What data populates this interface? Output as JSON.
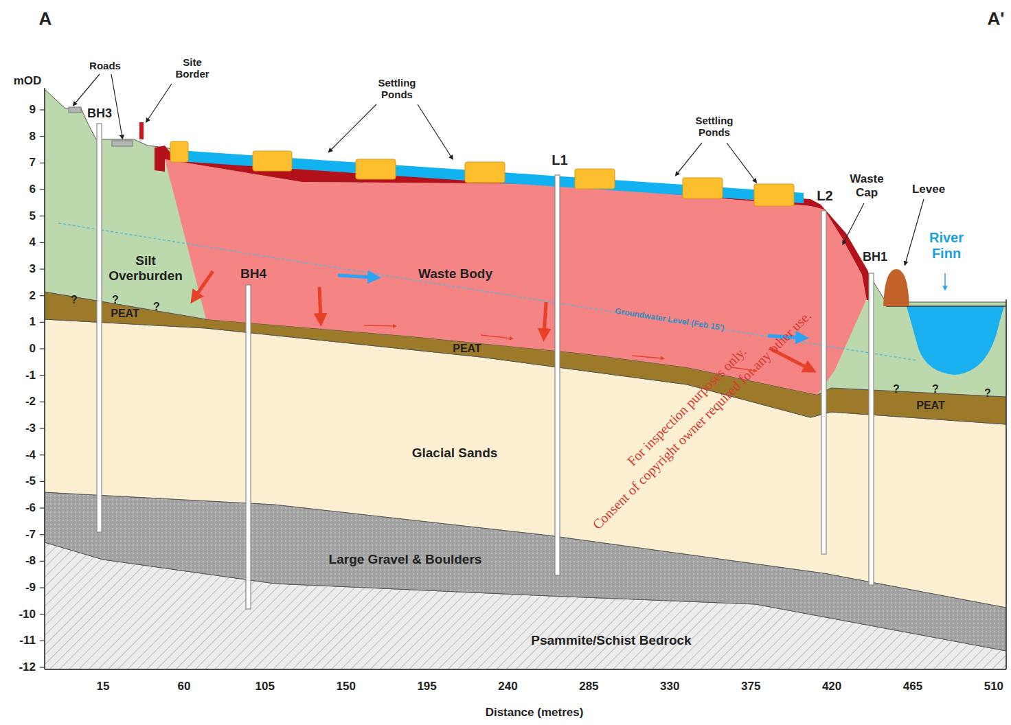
{
  "diagram": {
    "labels": [
      "A",
      "A'",
      "mOD",
      "Roads",
      "Site Border",
      "BH3",
      "Settling Ponds",
      "Settling Ponds",
      "L1",
      "L2",
      "Waste Cap",
      "Levee",
      "River Finn",
      "BH1",
      "Silt Overburden",
      "BH4",
      "Waste Body",
      "?",
      "?",
      "?",
      "PEAT",
      "PEAT",
      "Groundwater Level (Feb 15')",
      "?",
      "?",
      "?",
      "PEAT",
      "Glacial Sands",
      "Large Gravel & Boulders",
      "Psammite/Schist Bedrock",
      "For inspection purposes only.",
      "Consent of copyright owner required for any other use.",
      "9",
      "8",
      "7",
      "6",
      "5",
      "4",
      "3",
      "2",
      "1",
      "0",
      "-1",
      "-2",
      "-3",
      "-4",
      "-5",
      "-6",
      "-7",
      "-8",
      "-9",
      "-10",
      "-11",
      "-12",
      "15",
      "60",
      "105",
      "150",
      "195",
      "240",
      "285",
      "330",
      "375",
      "420",
      "465",
      "510",
      "Distance (metres)"
    ]
  }
}
